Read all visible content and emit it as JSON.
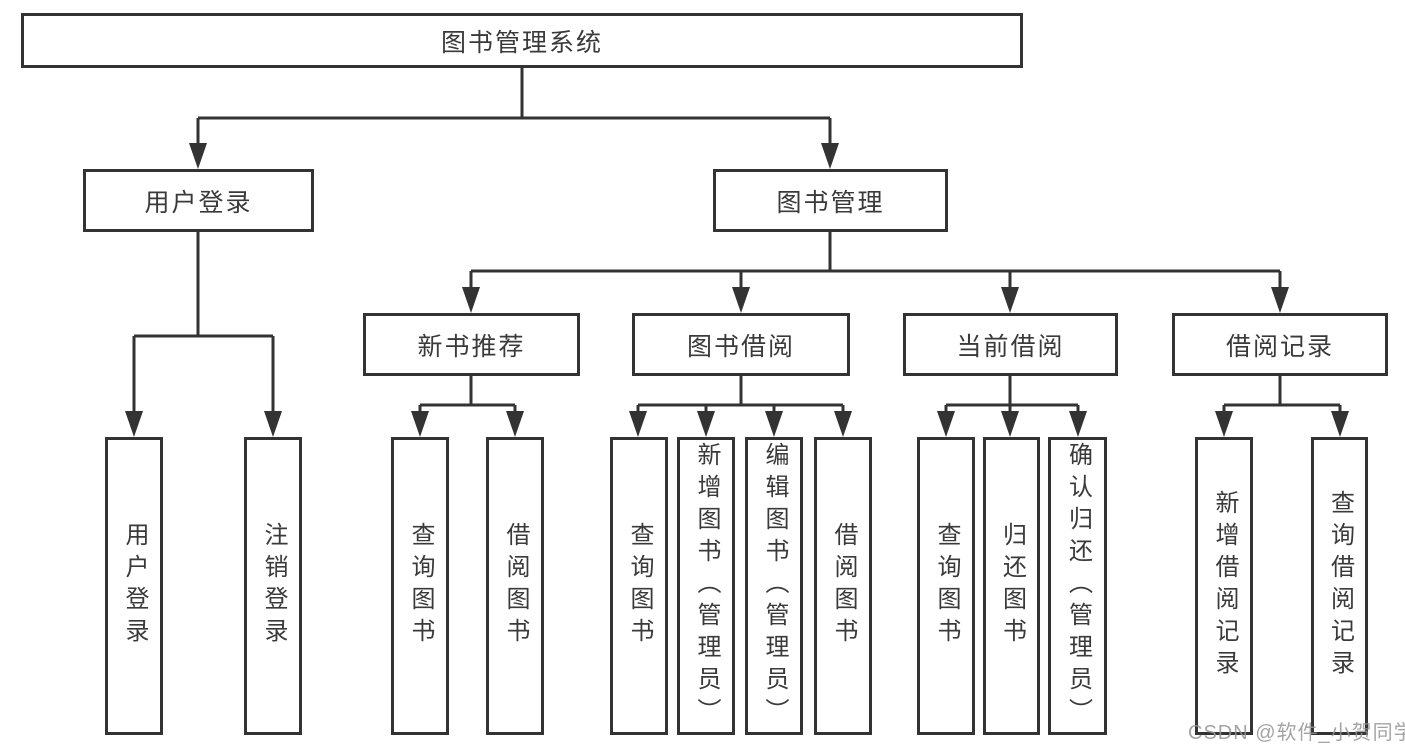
{
  "watermark": "CSDN @软件_小贺同学",
  "colors": {
    "line": "#333333",
    "box_border": "#333333",
    "box_fill": "#ffffff",
    "text": "#3a3a3a",
    "watermark": "#949494"
  },
  "tree": {
    "label": "图书管理系统",
    "children": [
      {
        "label": "用户登录",
        "children": [
          {
            "label": "用户登录"
          },
          {
            "label": "注销登录"
          }
        ]
      },
      {
        "label": "图书管理",
        "children": [
          {
            "label": "新书推荐",
            "children": [
              {
                "label": "查询图书"
              },
              {
                "label": "借阅图书"
              }
            ]
          },
          {
            "label": "图书借阅",
            "children": [
              {
                "label": "查询图书"
              },
              {
                "label": "新增图书（管理员）"
              },
              {
                "label": "编辑图书（管理员）"
              },
              {
                "label": "借阅图书"
              }
            ]
          },
          {
            "label": "当前借阅",
            "children": [
              {
                "label": "查询图书"
              },
              {
                "label": "归还图书"
              },
              {
                "label": "确认归还（管理员）"
              }
            ]
          },
          {
            "label": "借阅记录",
            "children": [
              {
                "label": "新增借阅记录"
              },
              {
                "label": "查询借阅记录"
              }
            ]
          }
        ]
      }
    ]
  }
}
